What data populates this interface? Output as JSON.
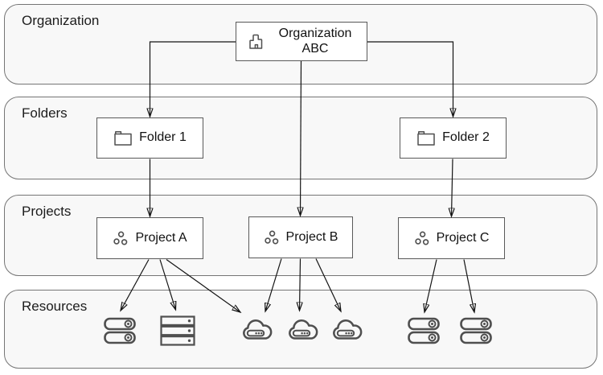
{
  "layers": [
    {
      "label": "Organization"
    },
    {
      "label": "Folders"
    },
    {
      "label": "Projects"
    },
    {
      "label": "Resources"
    }
  ],
  "nodes": {
    "organization_abc": {
      "label": "Organization ABC",
      "icon": "organization-building-icon",
      "layer": "Organization"
    },
    "folder_1": {
      "label": "Folder 1",
      "icon": "folder-icon",
      "layer": "Folders"
    },
    "folder_2": {
      "label": "Folder 2",
      "icon": "folder-icon",
      "layer": "Folders"
    },
    "project_a": {
      "label": "Project A",
      "icon": "project-dots-icon",
      "layer": "Projects"
    },
    "project_b": {
      "label": "Project B",
      "icon": "project-dots-icon",
      "layer": "Projects"
    },
    "project_c": {
      "label": "Project C",
      "icon": "project-dots-icon",
      "layer": "Projects"
    }
  },
  "resources": [
    {
      "id": "server_1",
      "icon": "server-icon"
    },
    {
      "id": "server_rack",
      "icon": "server-rack-icon"
    },
    {
      "id": "cloud_1",
      "icon": "cloud-server-icon"
    },
    {
      "id": "cloud_2",
      "icon": "cloud-server-icon"
    },
    {
      "id": "cloud_3",
      "icon": "cloud-server-icon"
    },
    {
      "id": "server_2",
      "icon": "server-icon"
    },
    {
      "id": "server_3",
      "icon": "server-icon"
    }
  ],
  "edges": [
    {
      "from": "organization_abc",
      "to": "folder_1"
    },
    {
      "from": "organization_abc",
      "to": "folder_2"
    },
    {
      "from": "organization_abc",
      "to": "project_b"
    },
    {
      "from": "folder_1",
      "to": "project_a"
    },
    {
      "from": "folder_2",
      "to": "project_c"
    },
    {
      "from": "project_a",
      "to": "server_1"
    },
    {
      "from": "project_a",
      "to": "server_rack"
    },
    {
      "from": "project_a",
      "to": "cloud_1"
    },
    {
      "from": "project_b",
      "to": "cloud_1"
    },
    {
      "from": "project_b",
      "to": "cloud_2"
    },
    {
      "from": "project_b",
      "to": "cloud_3"
    },
    {
      "from": "project_c",
      "to": "server_2"
    },
    {
      "from": "project_c",
      "to": "server_3"
    }
  ],
  "colors": {
    "background": "#ffffff",
    "band_fill": "#f8f8f8",
    "band_border": "#757575",
    "node_border": "#595959",
    "icon": "#4f4f4f",
    "edge": "#141414",
    "text": "#1c1c1c"
  }
}
